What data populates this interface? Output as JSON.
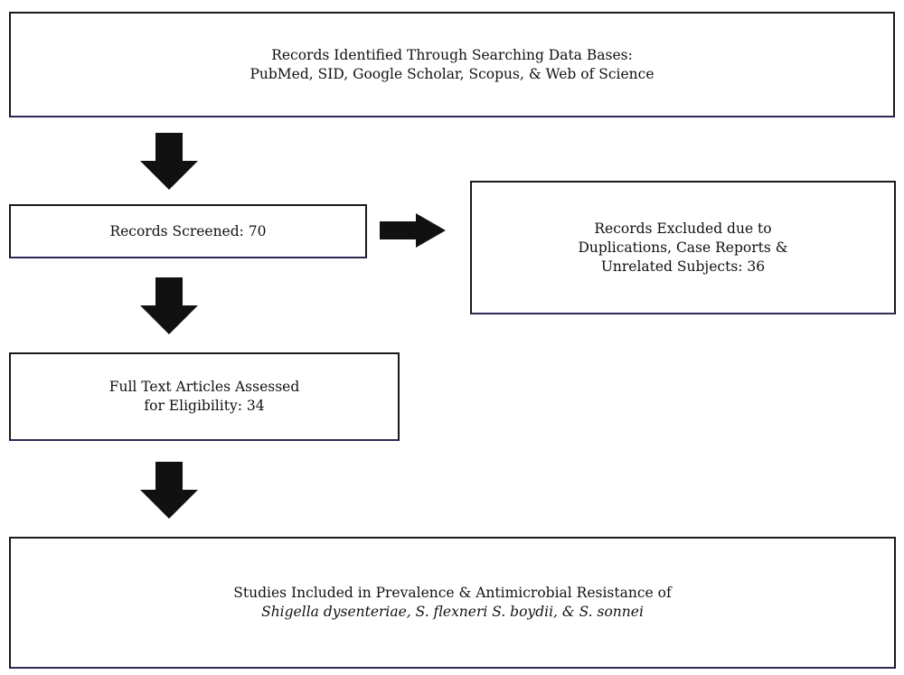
{
  "boxes": {
    "identified": {
      "line1": "Records Identified Through Searching Data Bases:",
      "line2": "PubMed, SID, Google Scholar, Scopus, & Web of Science"
    },
    "screened": {
      "line1": "Records Screened: 70"
    },
    "excluded": {
      "line1": "Records Excluded due to",
      "line2": "Duplications, Case Reports &",
      "line3": "Unrelated Subjects: 36"
    },
    "full_text": {
      "line1": "Full Text Articles Assessed",
      "line2": "for Eligibility: 34"
    },
    "included": {
      "line1": "Studies Included in Prevalence & Antimicrobial Resistance of",
      "line2": "Shigella dysenteriae, S. flexneri S. boydii, & S. sonnei"
    }
  },
  "arrow_color": "#111111"
}
